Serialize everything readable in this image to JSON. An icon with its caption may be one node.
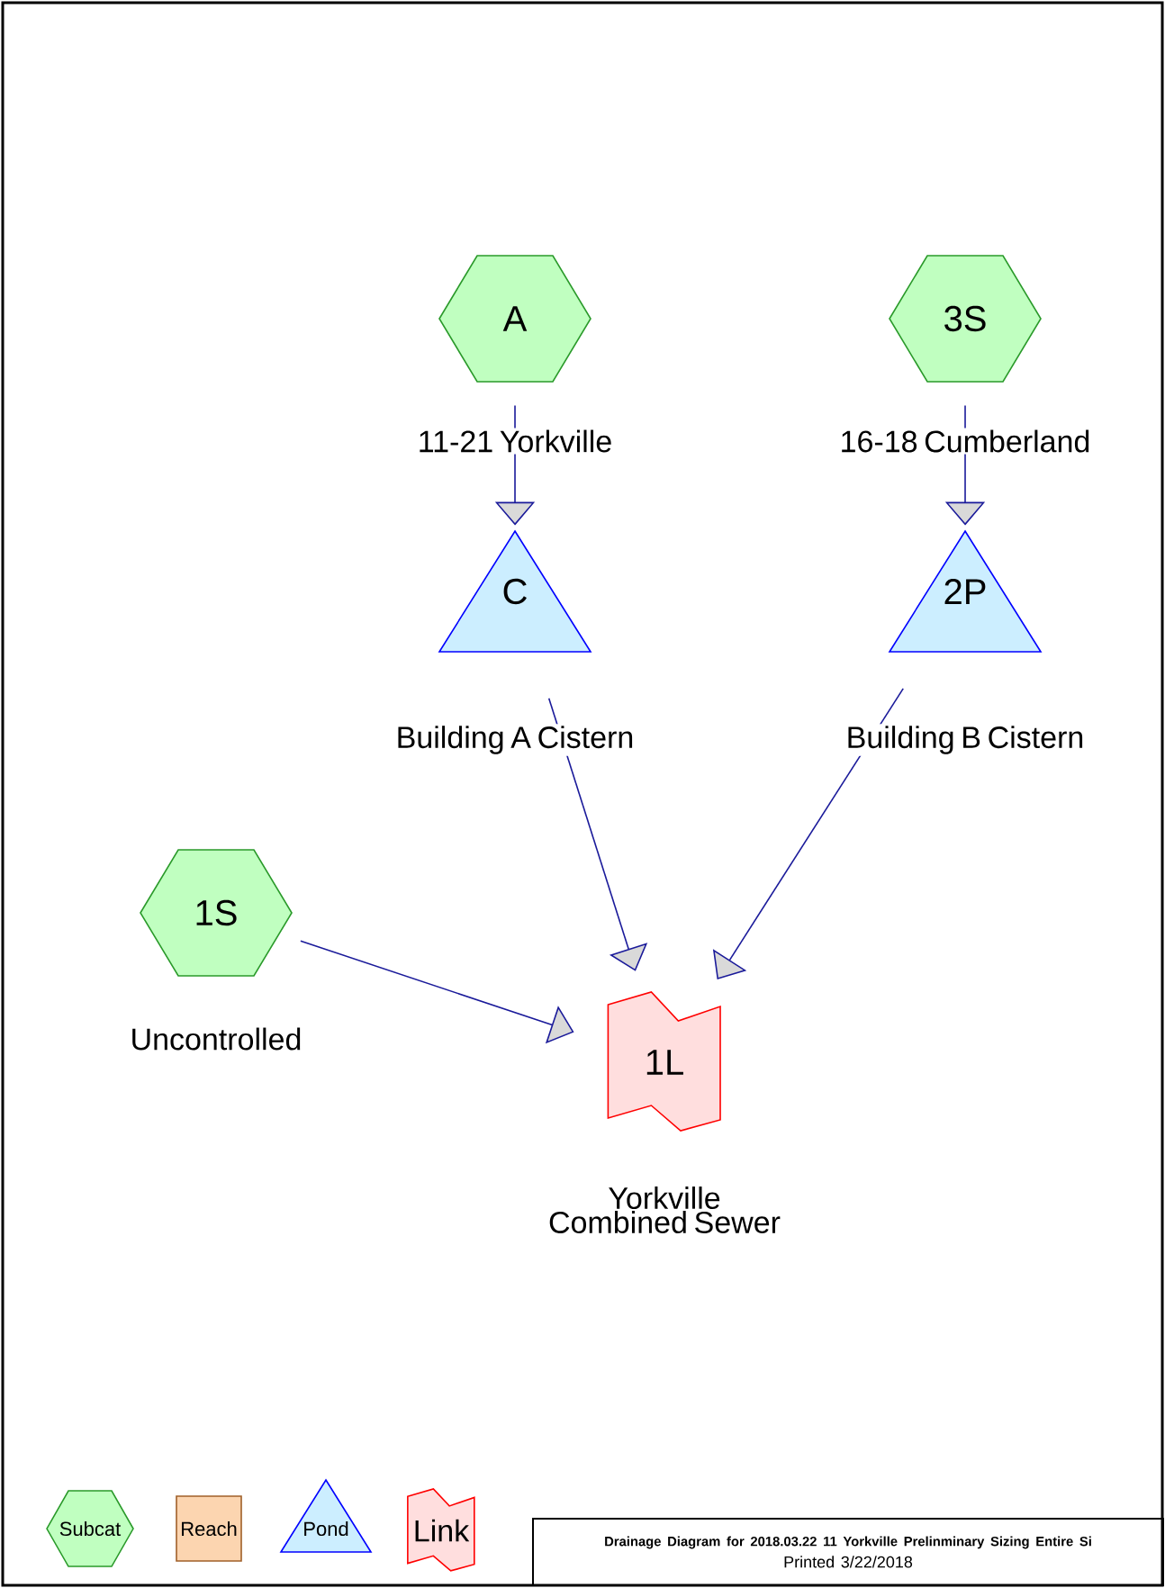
{
  "diagram": {
    "nodes": [
      {
        "text": [
          "A"
        ],
        "beside": [
          "11-21 Yorkville"
        ]
      },
      {
        "text": [
          "3S"
        ],
        "beside": [
          "16-18 Cumberland"
        ]
      },
      {
        "text": [
          "C"
        ],
        "beside": [
          "Building A Cistern"
        ]
      },
      {
        "text": [
          "2P"
        ],
        "beside": [
          "Building B Cistern"
        ]
      },
      {
        "text": [
          "1S"
        ],
        "beside": [
          "Uncontrolled"
        ]
      },
      {
        "text": [
          "1L"
        ],
        "beside": [
          "Yorkville Combined Sewer"
        ]
      },
      {
        "text": [
          "Drainage Diagram for 2018.03.22 11 Yorkville Prelinminary Sizing Entire Si",
          "Printed 3/22/2018"
        ]
      }
    ],
    "edges": [
      {
        "from": 0,
        "to": 2,
        "arrow": "to"
      },
      {
        "from": 1,
        "to": 3,
        "arrow": "to"
      },
      {
        "from": 2,
        "to": 5,
        "arrow": "to"
      },
      {
        "from": 3,
        "to": 5,
        "arrow": "to"
      },
      {
        "from": 4,
        "to": 5,
        "arrow": "to"
      }
    ],
    "legend": [
      {
        "text": "Subcat",
        "color": "#c0ffc0"
      },
      {
        "text": "Reach",
        "color": "#fcd5b0"
      },
      {
        "text": "Pond",
        "color": "#cceeff"
      },
      {
        "text": "Link",
        "color": "#ffdede"
      }
    ]
  }
}
